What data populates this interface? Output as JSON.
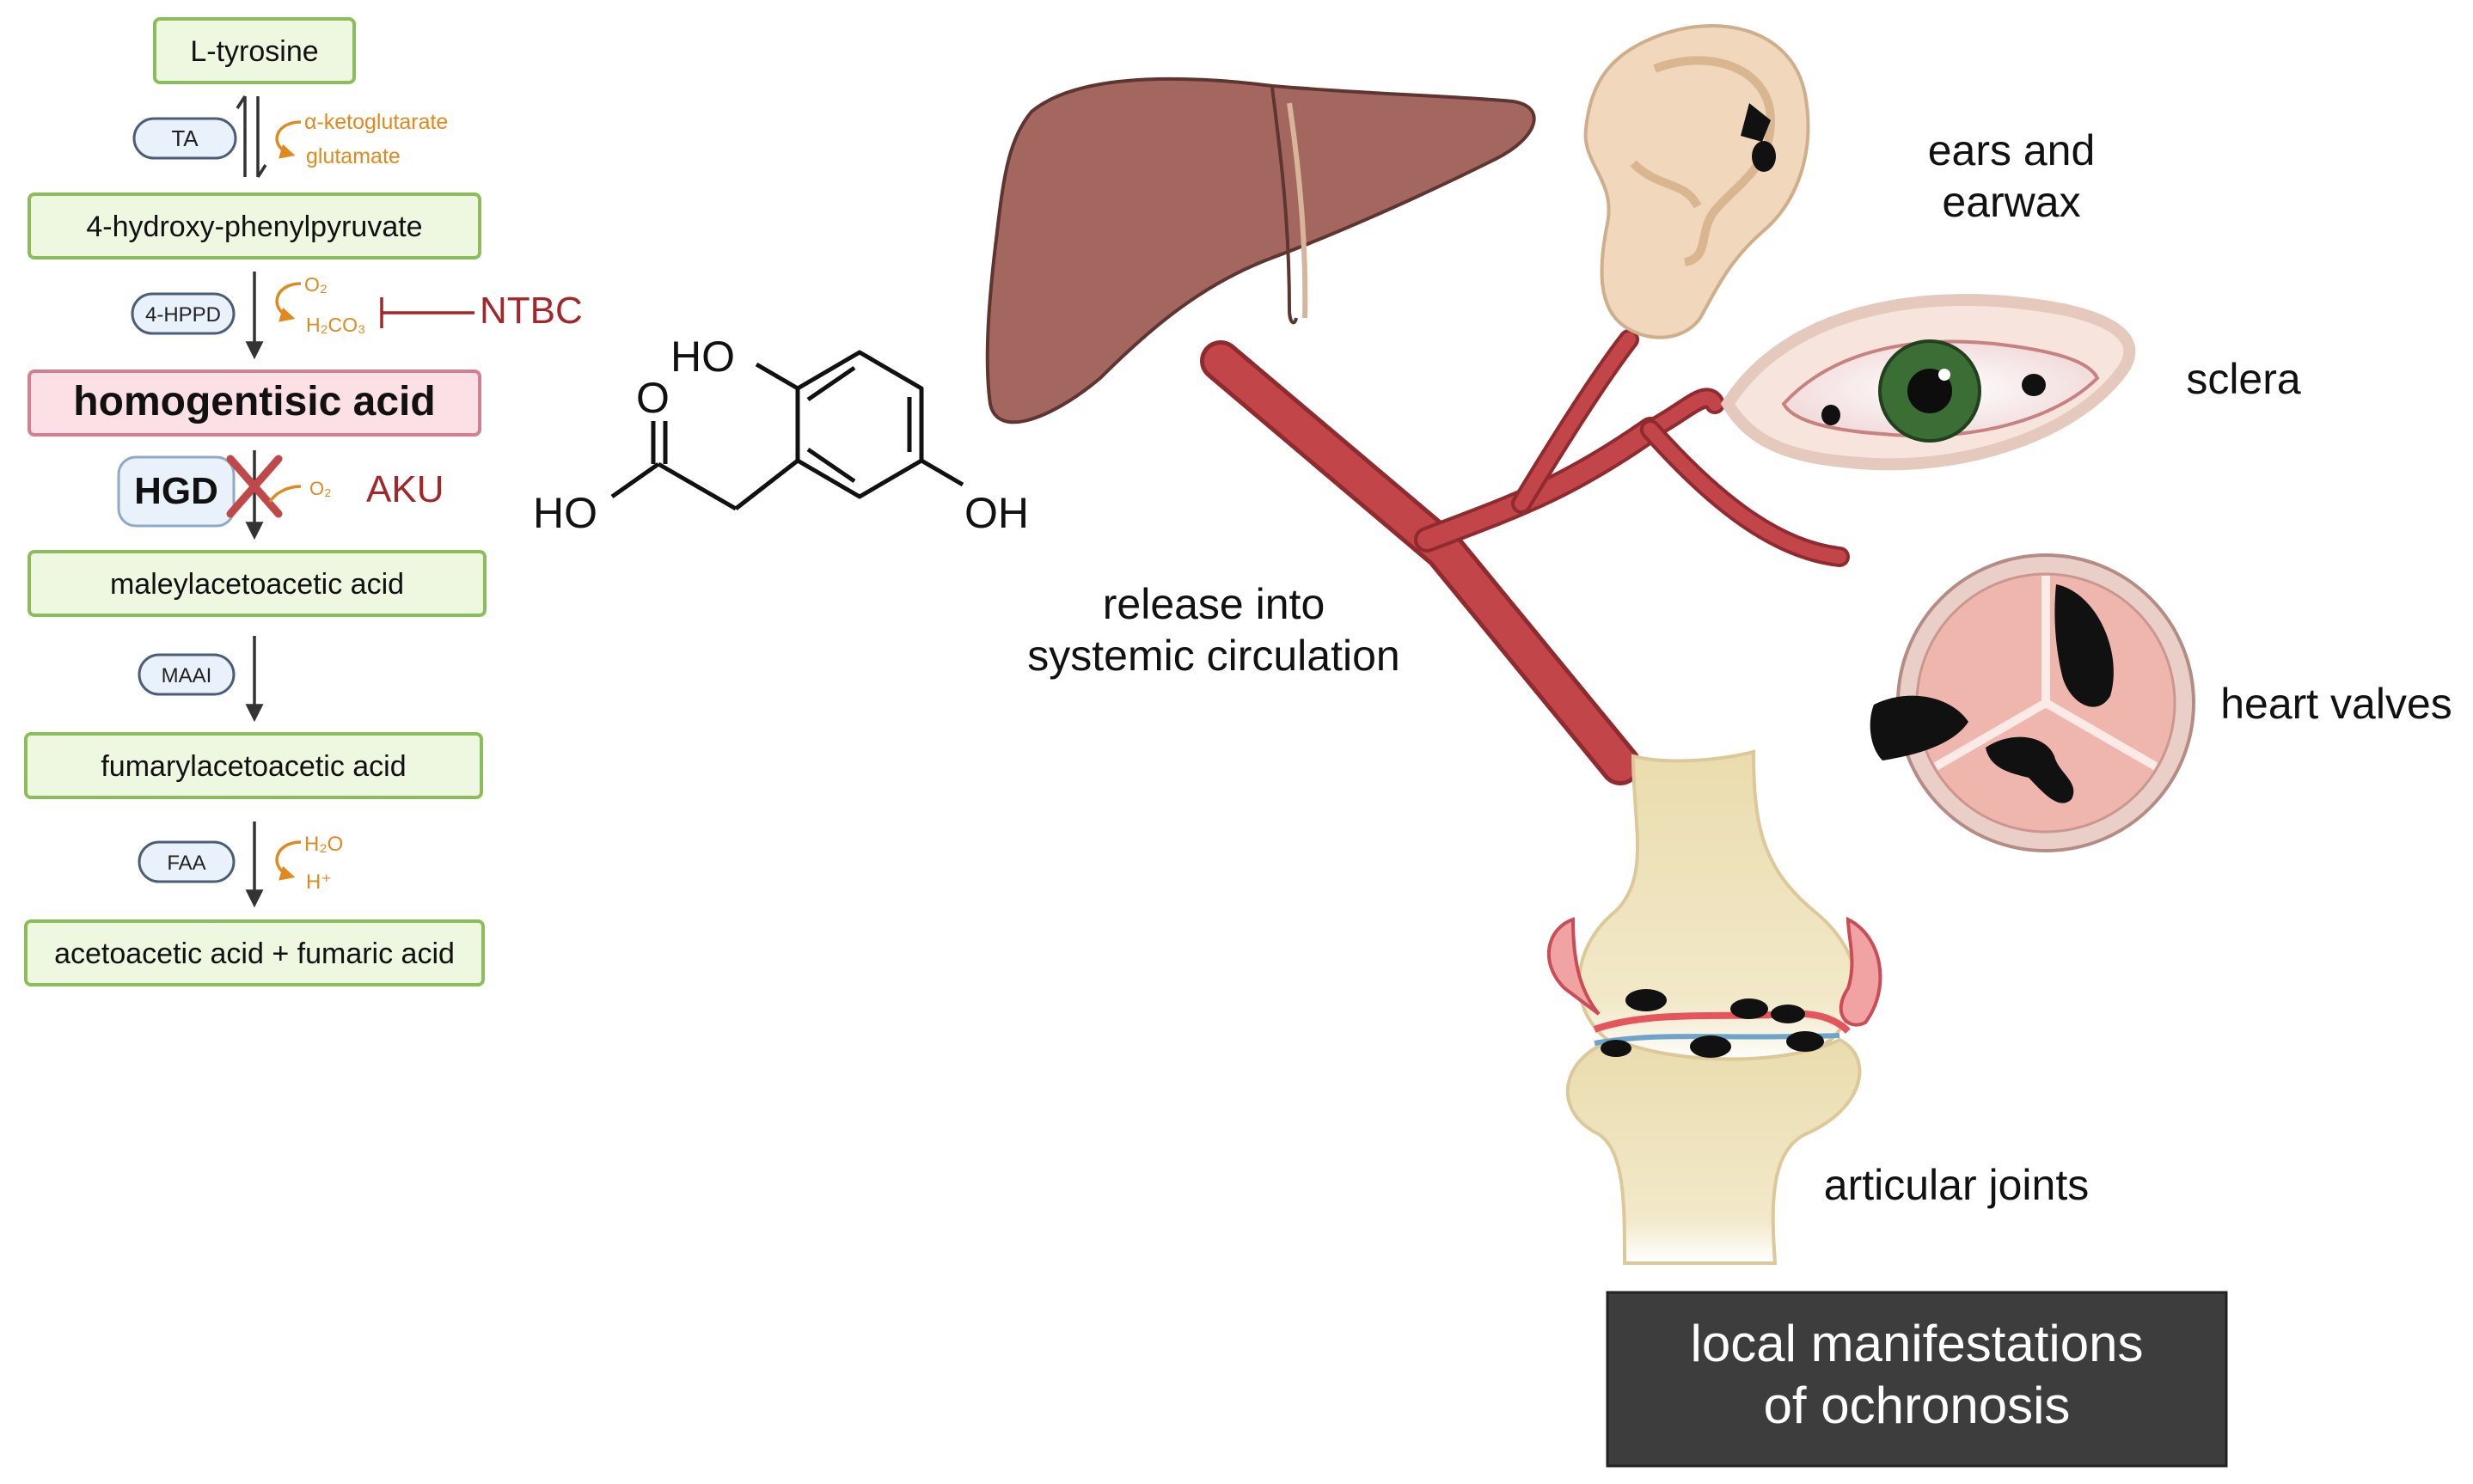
{
  "pathway": {
    "steps": [
      {
        "label": "L-tyrosine",
        "style": "green"
      },
      {
        "label": "4-hydroxy-phenylpyruvate",
        "style": "green"
      },
      {
        "label": "homogentisic acid",
        "style": "pink"
      },
      {
        "label": "maleylacetoacetic acid",
        "style": "green"
      },
      {
        "label": "fumarylacetoacetic acid",
        "style": "green"
      },
      {
        "label": "acetoacetic acid + fumaric acid",
        "style": "green"
      }
    ],
    "enzymes": [
      {
        "label": "TA",
        "cofactor_top": "α-ketoglutarate",
        "cofactor_bottom": "glutamate"
      },
      {
        "label": "4-HPPD",
        "cofactor_top": "O₂",
        "cofactor_bottom": "H₂CO₃"
      },
      {
        "label": "HGD",
        "cofactor_top": "O₂",
        "cofactor_bottom": ""
      },
      {
        "label": "MAAI",
        "cofactor_top": "",
        "cofactor_bottom": ""
      },
      {
        "label": "FAA",
        "cofactor_top": "H₂O",
        "cofactor_bottom": "H⁺"
      }
    ],
    "inhibitor": "NTBC",
    "defect": "AKU"
  },
  "molecule": {
    "ho_top": "HO",
    "ho_left": "HO",
    "oh_right": "OH",
    "carbonyl_o": "O"
  },
  "labels": {
    "ears_1": "ears and",
    "ears_2": "earwax",
    "sclera": "sclera",
    "heart": "heart valves",
    "joints": "articular joints",
    "release_1": "release into",
    "release_2": "systemic circulation",
    "box_1": "local manifestations",
    "box_2": "of ochronosis"
  },
  "colors": {
    "green_fill": "#eef7e0",
    "green_stroke": "#8bbd5b",
    "pink_fill": "#fbe1e6",
    "pink_stroke": "#d38090",
    "enzyme_fill": "#e9f1fb",
    "orange": "#e08a1e",
    "dark_red": "#a3262a",
    "vessel": "#b5383d",
    "liver": "#a4675f",
    "box_fill": "#3d3d3d"
  }
}
